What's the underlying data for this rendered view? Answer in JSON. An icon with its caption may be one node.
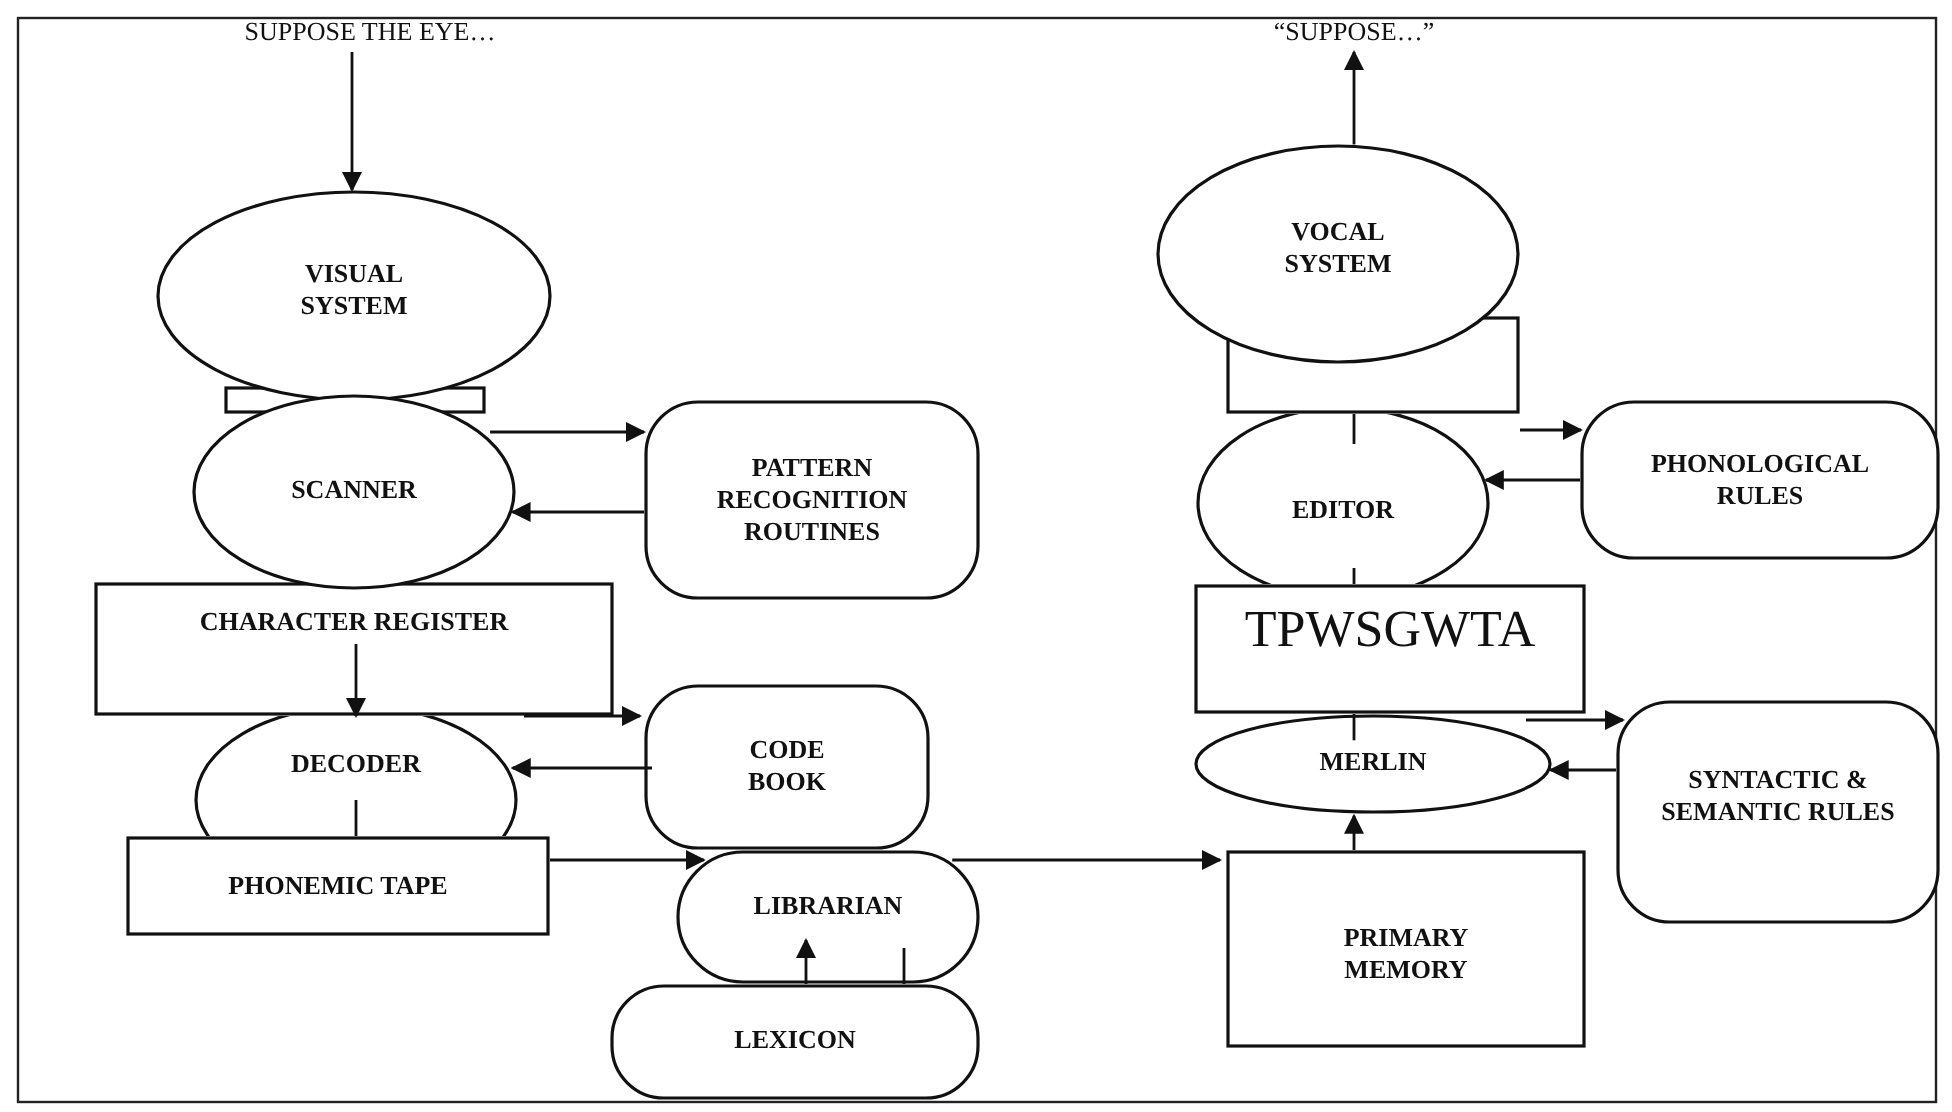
{
  "diagram": {
    "nodes": [
      {
        "text": [
          "SUPPOSE THE EYE…"
        ]
      },
      {
        "text": [
          "“SUPPOSE…”"
        ]
      },
      {
        "text": [
          "VISUAL SYSTEM"
        ]
      },
      {
        "text": [
          "VOCAL SYSTEM"
        ]
      },
      {
        "text": [],
        "shape": "box"
      },
      {
        "text": [],
        "shape": "box"
      },
      {
        "text": [
          "SCANNER"
        ]
      },
      {
        "text": [
          "PATTERN RECOGNITION ROUTINES"
        ]
      },
      {
        "text": [
          "EDITOR"
        ]
      },
      {
        "text": [
          "PHONOLOGICAL RULES"
        ]
      },
      {
        "text": [
          "CHARACTER REGISTER"
        ]
      },
      {
        "text": [
          "TPWSGWTA"
        ]
      },
      {
        "text": [
          "DECODER"
        ]
      },
      {
        "text": [
          "CODE BOOK"
        ]
      },
      {
        "text": [
          "MERLIN"
        ]
      },
      {
        "text": [
          "SYNTACTIC & SEMANTIC RULES"
        ]
      },
      {
        "text": [
          "PHONEMIC TAPE"
        ]
      },
      {
        "text": [
          "LIBRARIAN"
        ]
      },
      {
        "text": [
          "PRIMARY MEMORY"
        ]
      },
      {
        "text": [
          "LEXICON"
        ]
      }
    ],
    "edges": [
      {
        "from": 0,
        "to": 2,
        "arrow": "to"
      },
      {
        "from": 3,
        "to": 1,
        "arrow": "to"
      },
      {
        "from": 6,
        "to": 7,
        "arrow": "to"
      },
      {
        "from": 7,
        "to": 6,
        "arrow": "to"
      },
      {
        "from": 10,
        "to": 12,
        "arrow": "to"
      },
      {
        "from": 10,
        "to": 13,
        "arrow": "to"
      },
      {
        "from": 13,
        "to": 12,
        "arrow": "to"
      },
      {
        "from": 12,
        "to": 16,
        "arrow": "none"
      },
      {
        "from": 16,
        "to": 17,
        "arrow": "to"
      },
      {
        "from": 19,
        "to": 17,
        "arrow": "to"
      },
      {
        "from": 17,
        "to": 19,
        "arrow": "none"
      },
      {
        "from": 17,
        "to": 18,
        "arrow": "to"
      },
      {
        "from": 18,
        "to": 14,
        "arrow": "to"
      },
      {
        "from": 15,
        "to": 14,
        "arrow": "to"
      },
      {
        "from": 11,
        "to": 15,
        "arrow": "to"
      },
      {
        "from": 11,
        "to": 14,
        "arrow": "none"
      },
      {
        "from": 8,
        "to": 11,
        "arrow": "none"
      },
      {
        "from": 5,
        "to": 8,
        "arrow": "none"
      },
      {
        "from": 5,
        "to": 9,
        "arrow": "to"
      },
      {
        "from": 9,
        "to": 8,
        "arrow": "to"
      }
    ]
  }
}
